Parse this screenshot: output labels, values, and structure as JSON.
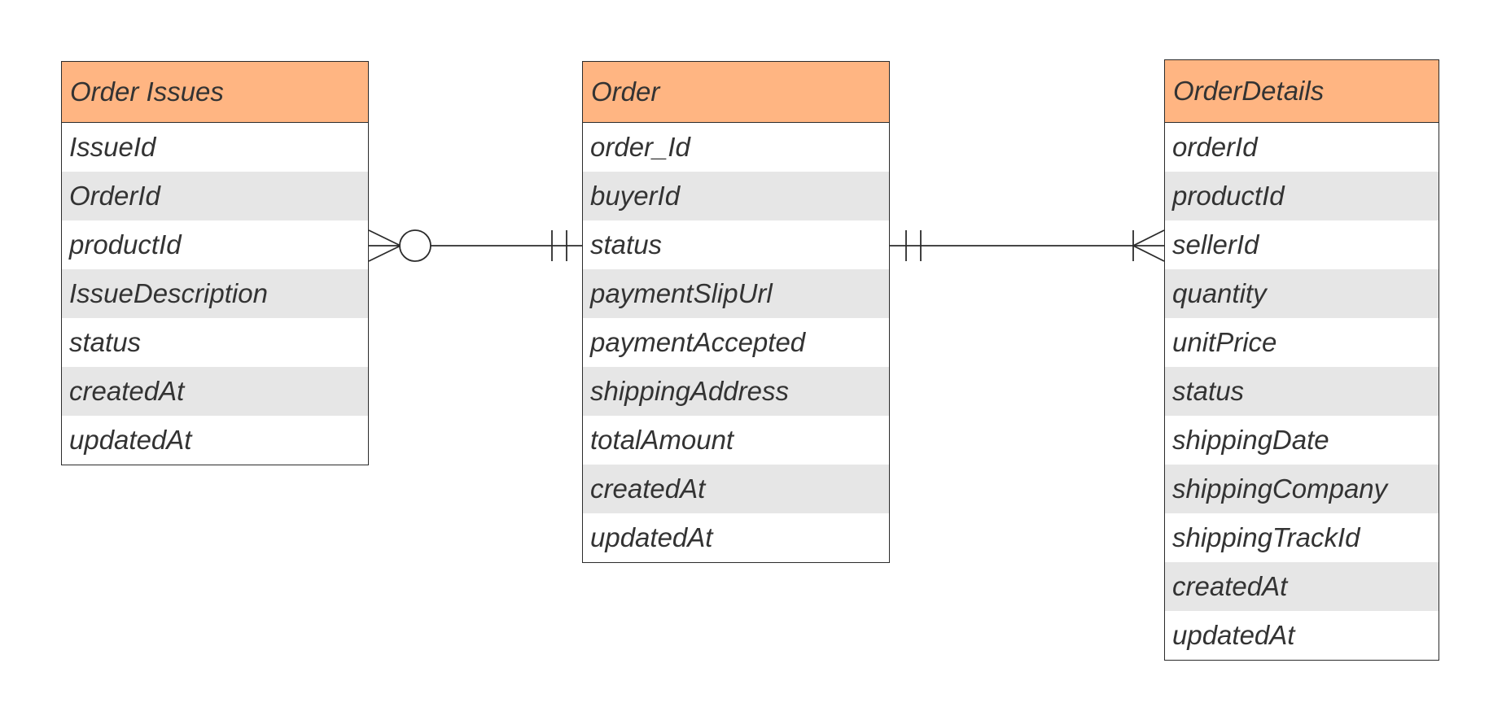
{
  "colors": {
    "header_fill": "#FFB582",
    "row_shade": "#E6E6E6",
    "border": "#2B2B2B",
    "text": "#333333"
  },
  "entities": {
    "order_issues": {
      "title": "Order Issues",
      "fields": [
        "IssueId",
        "OrderId",
        "productId",
        "IssueDescription",
        "status",
        "createdAt",
        "updatedAt"
      ]
    },
    "order": {
      "title": "Order",
      "fields": [
        "order_Id",
        "buyerId",
        "status",
        "paymentSlipUrl",
        "paymentAccepted",
        "shippingAddress",
        "totalAmount",
        "createdAt",
        "updatedAt"
      ]
    },
    "order_details": {
      "title": "OrderDetails",
      "fields": [
        "orderId",
        "productId",
        "sellerId",
        "quantity",
        "unitPrice",
        "status",
        "shippingDate",
        "shippingCompany",
        "shippingTrackId",
        "createdAt",
        "updatedAt"
      ]
    }
  },
  "relationships": [
    {
      "from": "Order Issues",
      "from_end": "zero-or-many",
      "to": "Order",
      "to_end": "exactly-one"
    },
    {
      "from": "Order",
      "from_end": "exactly-one",
      "to": "OrderDetails",
      "to_end": "one-or-many"
    }
  ]
}
